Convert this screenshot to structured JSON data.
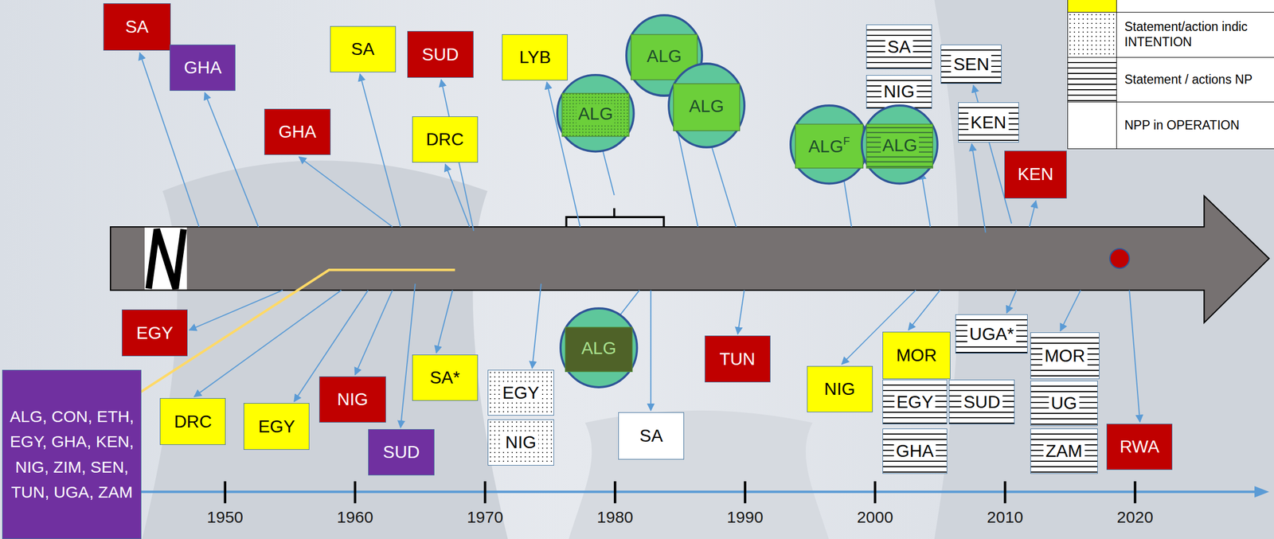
{
  "diagram": {
    "nodes": [
      {
        "text": [
          "SA"
        ]
      },
      {
        "text": [
          "GHA"
        ]
      },
      {
        "text": [
          "GHA"
        ]
      },
      {
        "text": [
          "SA"
        ]
      },
      {
        "text": [
          "SUD"
        ]
      },
      {
        "text": [
          "DRC"
        ]
      },
      {
        "text": [
          "LYB"
        ]
      },
      {
        "text": [
          "ALG"
        ]
      },
      {
        "text": [
          "ALG"
        ]
      },
      {
        "text": [
          "ALG"
        ]
      },
      {
        "text": [
          "SA"
        ]
      },
      {
        "text": [
          "NIG"
        ]
      },
      {
        "text": [
          "ALG",
          "F"
        ]
      },
      {
        "text": [
          "ALG"
        ]
      },
      {
        "text": [
          "SEN"
        ]
      },
      {
        "text": [
          "KEN"
        ]
      },
      {
        "text": [
          "KEN"
        ]
      },
      {
        "text": [
          "EGY"
        ]
      },
      {
        "text": [
          "DRC"
        ]
      },
      {
        "text": [
          "EGY"
        ]
      },
      {
        "text": [
          "NIG"
        ]
      },
      {
        "text": [
          "SUD"
        ]
      },
      {
        "text": [
          "SA*"
        ]
      },
      {
        "text": [
          "EGY"
        ]
      },
      {
        "text": [
          "NIG"
        ]
      },
      {
        "text": [
          "ALG"
        ]
      },
      {
        "text": [
          "SA"
        ]
      },
      {
        "text": [
          "TUN"
        ]
      },
      {
        "text": [
          "NIG"
        ]
      },
      {
        "text": [
          "MOR"
        ]
      },
      {
        "text": [
          "EGY"
        ]
      },
      {
        "text": [
          "GHA"
        ]
      },
      {
        "text": [
          "SUD"
        ]
      },
      {
        "text": [
          "UGA*"
        ]
      },
      {
        "text": [
          "MOR"
        ]
      },
      {
        "text": [
          "UG"
        ]
      },
      {
        "text": [
          "ZAM"
        ]
      },
      {
        "text": [
          "RWA"
        ]
      },
      {
        "text": [
          "ALG, CON, ETH, EGY, GHA, KEN, NIG, ZIM, SEN, TUN, UGA, ZAM"
        ]
      }
    ],
    "labels": [
      "1950",
      "1960",
      "1970",
      "1980",
      "1990",
      "2000",
      "2010",
      "2020"
    ],
    "legend": [
      {
        "text": "Statement/action indic INTENTION"
      },
      {
        "text": "Statement / actions NP"
      },
      {
        "text": "NPP in OPERATION",
        "color": "#ffffff"
      }
    ]
  }
}
